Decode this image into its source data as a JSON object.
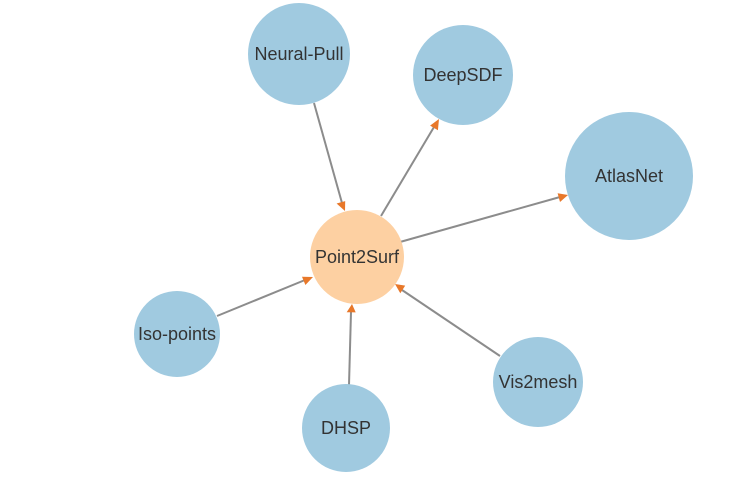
{
  "diagram": {
    "center": {
      "label": "Point2Surf",
      "color": "#fdd0a2"
    },
    "peer_color": "#a0cae0",
    "edge_color": "#8c8c8c",
    "arrow_color": "#e8782a",
    "nodes": [
      {
        "id": "neural-pull",
        "label": "Neural-Pull",
        "direction": "in"
      },
      {
        "id": "deepsdf",
        "label": "DeepSDF",
        "direction": "out"
      },
      {
        "id": "atlasnet",
        "label": "AtlasNet",
        "direction": "out"
      },
      {
        "id": "iso-points",
        "label": "Iso-points",
        "direction": "in"
      },
      {
        "id": "dhsp",
        "label": "DHSP",
        "direction": "in"
      },
      {
        "id": "vis2mesh",
        "label": "Vis2mesh",
        "direction": "in"
      }
    ]
  }
}
